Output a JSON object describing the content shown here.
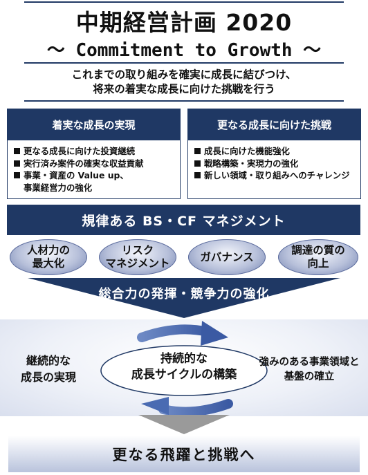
{
  "header": {
    "title": "中期経営計画 2020",
    "subtitle": "〜 Commitment to Growth 〜",
    "intro_line1": "これまでの取り組みを確実に成長に結びつけ、",
    "intro_line2": "将来の着実な成長に向けた挑戦を行う"
  },
  "pillars": [
    {
      "heading": "着実な成長の実現",
      "items": [
        "更なる成長に向けた投資継続",
        "実行済み案件の確実な収益貢献",
        "事業・資産の Value up、"
      ],
      "continuation": "事業経営力の強化"
    },
    {
      "heading": "更なる成長に向けた挑戦",
      "items": [
        "成長に向けた機能強化",
        "戦略構築・実現力の強化",
        "新しい領域・取り組みへのチャレンジ"
      ]
    }
  ],
  "management_band": "規律ある BS・CF マネジメント",
  "foundations": [
    {
      "line1": "人材力の",
      "line2": "最大化"
    },
    {
      "line1": "リスク",
      "line2": "マネジメント"
    },
    {
      "line1": "ガバナンス",
      "line2": ""
    },
    {
      "line1": "調達の質の",
      "line2": "向上"
    }
  ],
  "synthesis": "総合力の発揮・競争力の強化",
  "cycle": {
    "center_line1": "持続的な",
    "center_line2": "成長サイクルの構築",
    "left_line1": "継続的な",
    "left_line2": "成長の実現",
    "right_line1": "強みのある事業領域と",
    "right_line2": "基盤の確立"
  },
  "final": "更なる飛躍と挑戦へ",
  "colors": {
    "navy": "#1f3864",
    "arrow_blue": "#4a6bb2",
    "arrow_gray": "#9a9a9a"
  }
}
